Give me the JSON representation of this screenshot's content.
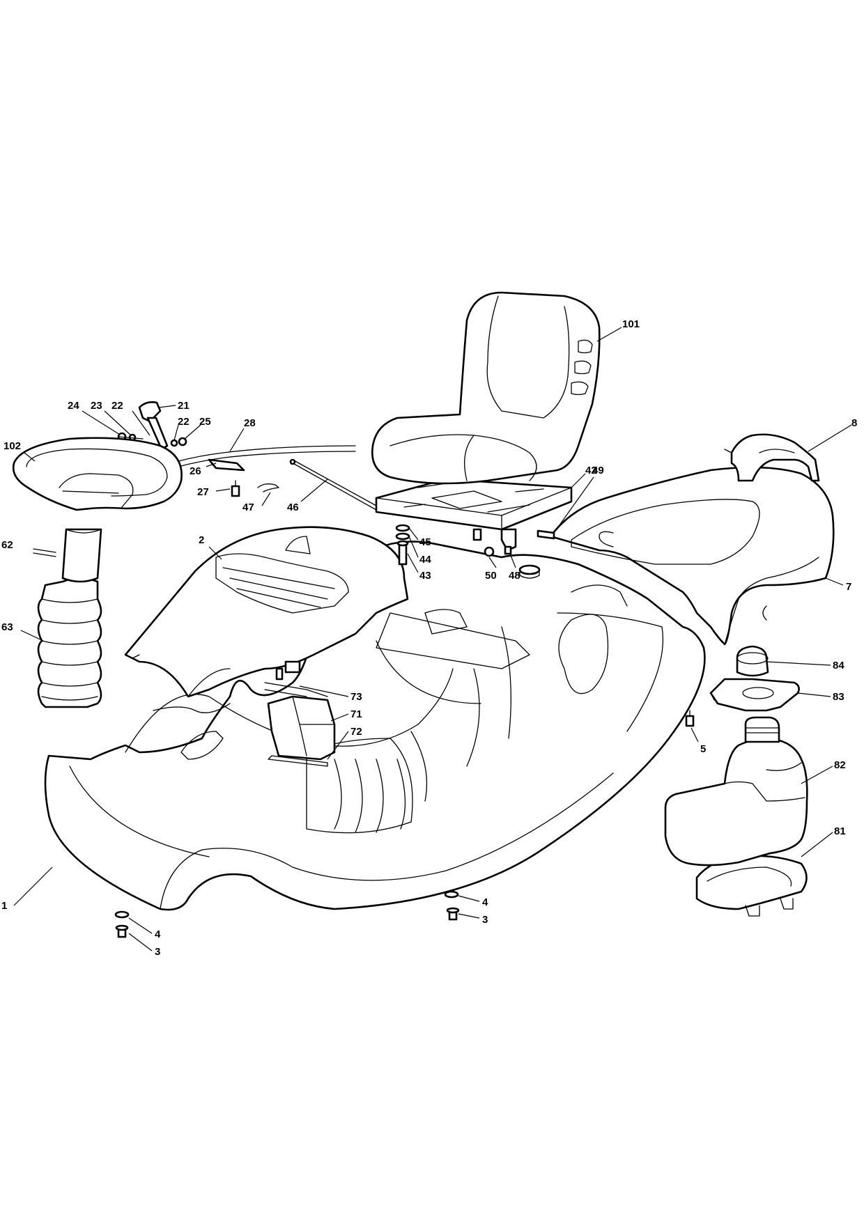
{
  "callouts": {
    "c1": "1",
    "c2": "2",
    "c3a": "3",
    "c3b": "3",
    "c4a": "4",
    "c4b": "4",
    "c5": "5",
    "c7": "7",
    "c8": "8",
    "c21": "21",
    "c22a": "22",
    "c22b": "22",
    "c23": "23",
    "c24": "24",
    "c25": "25",
    "c26": "26",
    "c27": "27",
    "c28": "28",
    "c42": "42",
    "c43": "43",
    "c44": "44",
    "c45": "45",
    "c46": "46",
    "c47": "47",
    "c48": "48",
    "c49": "49",
    "c50": "50",
    "c62": "62",
    "c63": "63",
    "c71": "71",
    "c72": "72",
    "c73": "73",
    "c81": "81",
    "c82": "82",
    "c83": "83",
    "c84": "84",
    "c101": "101",
    "c102": "102"
  }
}
